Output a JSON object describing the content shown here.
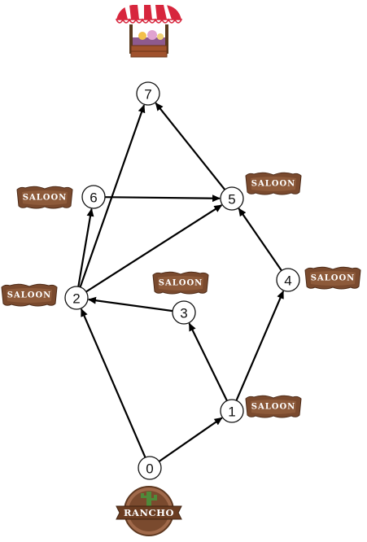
{
  "graph": {
    "nodes": [
      {
        "id": "0",
        "label": "0"
      },
      {
        "id": "1",
        "label": "1"
      },
      {
        "id": "2",
        "label": "2"
      },
      {
        "id": "3",
        "label": "3"
      },
      {
        "id": "4",
        "label": "4"
      },
      {
        "id": "5",
        "label": "5"
      },
      {
        "id": "6",
        "label": "6"
      },
      {
        "id": "7",
        "label": "7"
      }
    ],
    "edges": [
      {
        "from": "0",
        "to": "1"
      },
      {
        "from": "0",
        "to": "2"
      },
      {
        "from": "1",
        "to": "3"
      },
      {
        "from": "1",
        "to": "4"
      },
      {
        "from": "3",
        "to": "2"
      },
      {
        "from": "4",
        "to": "5"
      },
      {
        "from": "2",
        "to": "6"
      },
      {
        "from": "2",
        "to": "5"
      },
      {
        "from": "2",
        "to": "7"
      },
      {
        "from": "6",
        "to": "5"
      },
      {
        "from": "5",
        "to": "7"
      }
    ]
  },
  "signs": {
    "saloon_text": "SALOON",
    "rancho_text": "RANCHO"
  },
  "icons": {
    "start": "rancho-sign-icon",
    "goal": "market-stall-icon",
    "waypoint": "saloon-sign-icon"
  },
  "colors": {
    "sign_wood": "#7a4a2e",
    "sign_wood_light": "#a0694a",
    "awning_red": "#d7263d",
    "cactus_green": "#4f8a3a"
  }
}
